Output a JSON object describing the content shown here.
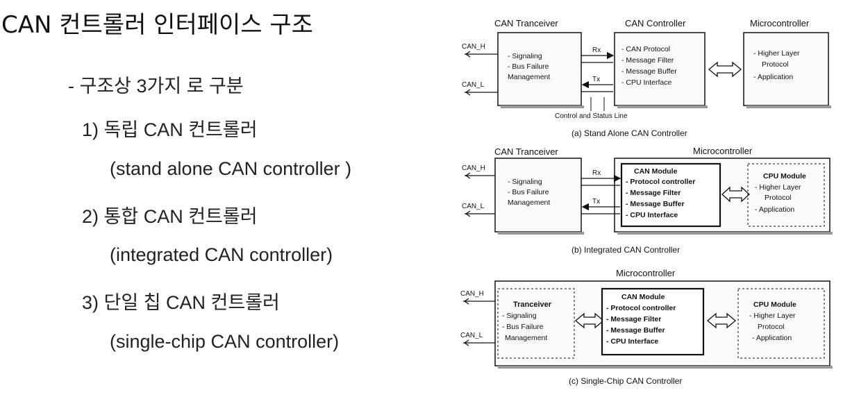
{
  "slide": {
    "title": "CAN  컨트롤러 인터페이스 구조",
    "bullet": "- 구조상 3가지 로 구분",
    "items": [
      {
        "label": "1)  독립 CAN 컨트롤러",
        "english": "(stand alone CAN controller )"
      },
      {
        "label": "2) 통합 CAN 컨트롤러",
        "english": "(integrated CAN controller)"
      },
      {
        "label": "3) 단일 칩 CAN 컨트롤러",
        "english": "(single-chip CAN controller)"
      }
    ]
  },
  "diagrams": {
    "a": {
      "transceiver_title": "CAN Tranceiver",
      "controller_title": "CAN Controller",
      "micro_title": "Microcontroller",
      "can_h": "CAN_H",
      "can_l": "CAN_L",
      "transceiver_items": [
        "- Signaling",
        "- Bus Failure",
        "Management"
      ],
      "controller_items": [
        "- CAN Protocol",
        "- Message Filter",
        "- Message Buffer",
        "- CPU Interface"
      ],
      "micro_items": [
        "- Higher Layer",
        "Protocol",
        "- Application"
      ],
      "rx": "Rx",
      "tx": "Tx",
      "control_line": "Control and Status Line",
      "caption": "(a) Stand Alone CAN Controller"
    },
    "b": {
      "transceiver_title": "CAN Tranceiver",
      "micro_title": "Microcontroller",
      "can_h": "CAN_H",
      "can_l": "CAN_L",
      "transceiver_items": [
        "- Signaling",
        "- Bus Failure",
        "Management"
      ],
      "module_title": "CAN Module",
      "module_items": [
        "- Protocol controller",
        "- Message Filter",
        "- Message Buffer",
        "- CPU Interface"
      ],
      "cpu_title": "CPU Module",
      "cpu_items": [
        "- Higher Layer",
        "Protocol",
        "- Application"
      ],
      "rx": "Rx",
      "tx": "Tx",
      "caption": "(b) Integrated CAN Controller"
    },
    "c": {
      "micro_title": "Microcontroller",
      "can_h": "CAN_H",
      "can_l": "CAN_L",
      "transceiver_title": "Tranceiver",
      "transceiver_items": [
        "- Signaling",
        "- Bus Failure",
        "Management"
      ],
      "module_title": "CAN Module",
      "module_items": [
        "- Protocol controller",
        "- Message Filter",
        "- Message Buffer",
        "- CPU Interface"
      ],
      "cpu_title": "CPU Module",
      "cpu_items": [
        "- Higher Layer",
        "Protocol",
        "- Application"
      ],
      "caption": "(c) Single-Chip CAN Controller"
    }
  }
}
